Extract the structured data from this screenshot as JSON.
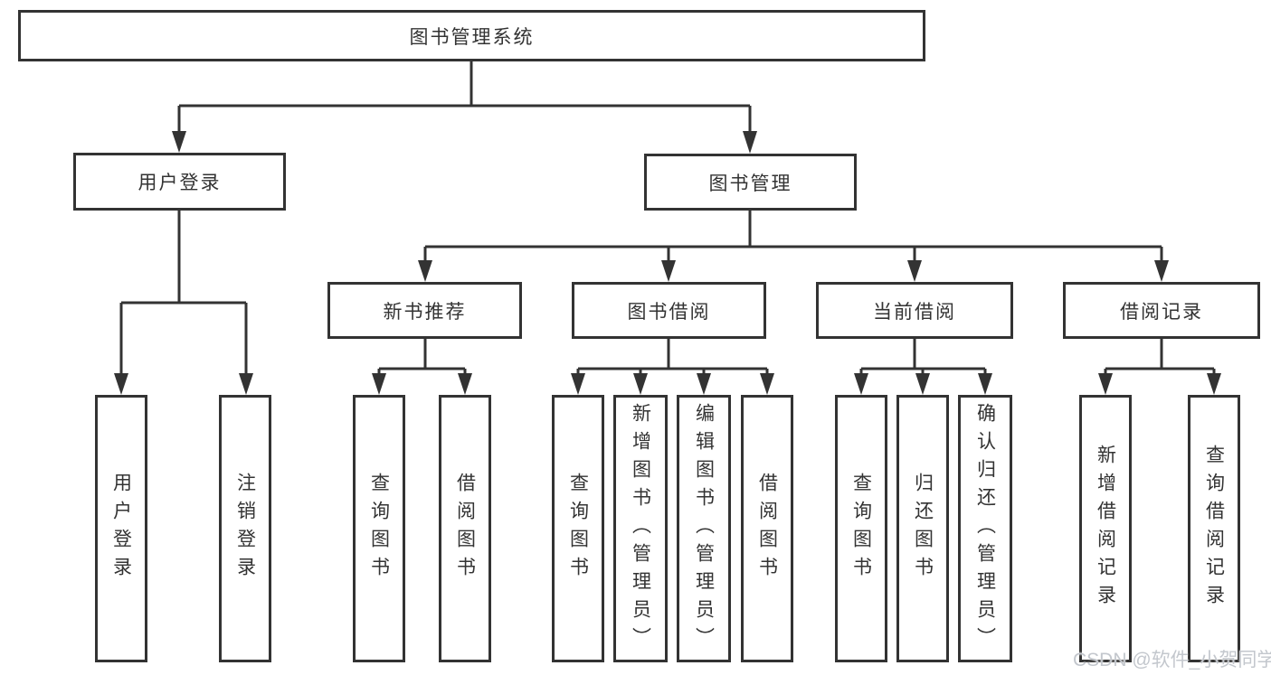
{
  "watermark": "CSDN @软件_小贺同学",
  "colors": {
    "line": "#333333",
    "text": "#333333",
    "box_background": "#ffffff",
    "watermark": "#c3c7cd"
  },
  "nodes": {
    "root": {
      "label": "图书管理系统"
    },
    "userLogin": {
      "label": "用户登录"
    },
    "bookMgmt": {
      "label": "图书管理"
    },
    "newBookRec": {
      "label": "新书推荐"
    },
    "bookBorrow": {
      "label": "图书借阅"
    },
    "currentBorrow": {
      "label": "当前借阅"
    },
    "borrowRecord": {
      "label": "借阅记录"
    },
    "leafUserLogin": {
      "label": "用户登录"
    },
    "leafLogout": {
      "label": "注销登录"
    },
    "leafRecQueryBook": {
      "label": "查询图书"
    },
    "leafRecBorrowBook": {
      "label": "借阅图书"
    },
    "leafBorrowQueryBook": {
      "label": "查询图书"
    },
    "leafBorrowAddBook": {
      "label": "新增图书（管理员）"
    },
    "leafBorrowEditBook": {
      "label": "编辑图书（管理员）"
    },
    "leafBorrowBorrowBook": {
      "label": "借阅图书"
    },
    "leafCurrentQueryBook": {
      "label": "查询图书"
    },
    "leafCurrentReturnBook": {
      "label": "归还图书"
    },
    "leafCurrentConfirmReturn": {
      "label": "确认归还（管理员）"
    },
    "leafRecordAdd": {
      "label": "新增借阅记录"
    },
    "leafRecordQuery": {
      "label": "查询借阅记录"
    }
  }
}
